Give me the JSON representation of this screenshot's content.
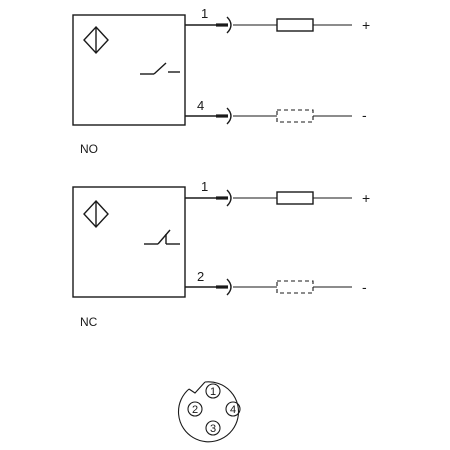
{
  "diagrams": [
    {
      "mode": "NO",
      "top_pin": "1",
      "bottom_pin": "4",
      "top_polarity": "+",
      "bottom_polarity": "-"
    },
    {
      "mode": "NC",
      "top_pin": "1",
      "bottom_pin": "2",
      "top_polarity": "+",
      "bottom_polarity": "-"
    }
  ],
  "connector": {
    "pins": [
      "1",
      "2",
      "3",
      "4"
    ]
  }
}
